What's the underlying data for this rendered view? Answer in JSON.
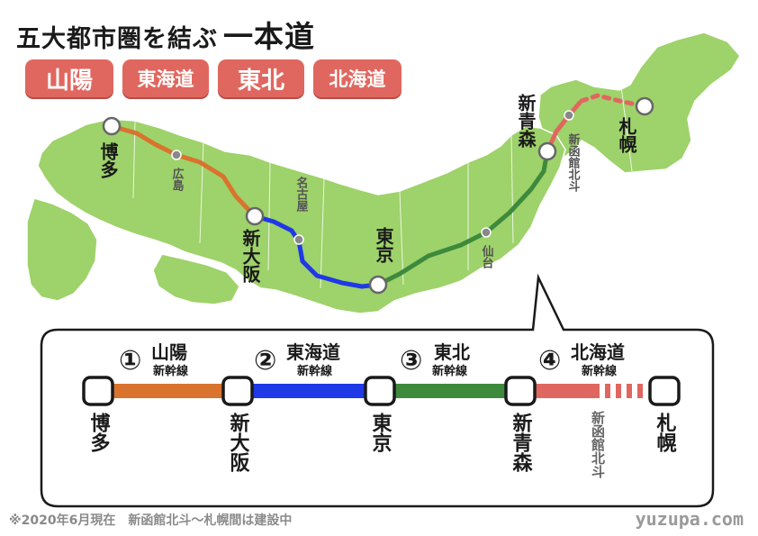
{
  "title": {
    "main": "五大都市圏を結ぶ",
    "emph": "一本道"
  },
  "tags": [
    "山陽",
    "東海道",
    "東北",
    "北海道"
  ],
  "map": {
    "stations": {
      "hakata": "博多",
      "shinosaka": "新大阪",
      "tokyo": "東京",
      "shinaomori": "新青森",
      "sapporo": "札幌"
    },
    "minor": {
      "hiroshima": "広島",
      "nagoya": "名古屋",
      "sendai": "仙台",
      "shinhakodate": "新函館北斗"
    }
  },
  "legend": {
    "lines": [
      {
        "num": "①",
        "name": "山陽",
        "sub": "新幹線"
      },
      {
        "num": "②",
        "name": "東海道",
        "sub": "新幹線"
      },
      {
        "num": "③",
        "name": "東北",
        "sub": "新幹線"
      },
      {
        "num": "④",
        "name": "北海道",
        "sub": "新幹線"
      }
    ],
    "stations": [
      "博多",
      "新大阪",
      "東京",
      "新青森",
      "札幌"
    ],
    "mid_station": "新函館北斗"
  },
  "footer": "※2020年6月現在　新函館北斗〜札幌間は建設中",
  "brand": "yuzupa.com",
  "colors": {
    "sanyo": "#d9732e",
    "tokaido": "#1f39e6",
    "tohoku": "#3e8a3c",
    "hokkaido": "#e0675f",
    "land": "#9ed26a",
    "tag": "#e0675f"
  }
}
